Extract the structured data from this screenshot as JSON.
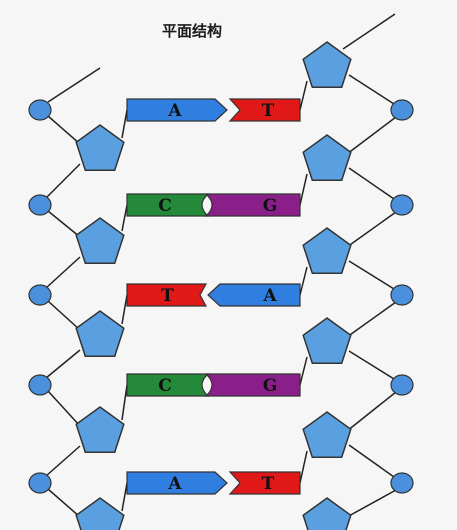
{
  "title": "平面结构",
  "colors": {
    "background": "#f6f6f6",
    "sugar": "#5aa0e0",
    "phosphate": "#4a90dc",
    "outline": "#333333",
    "A": "#2f7ee0",
    "T": "#e01818",
    "C": "#248a3a",
    "G": "#8a1f8a"
  },
  "base_pairs": [
    {
      "left": "A",
      "right": "T"
    },
    {
      "left": "C",
      "right": "G"
    },
    {
      "left": "T",
      "right": "A"
    },
    {
      "left": "C",
      "right": "G"
    },
    {
      "left": "A",
      "right": "T"
    }
  ]
}
